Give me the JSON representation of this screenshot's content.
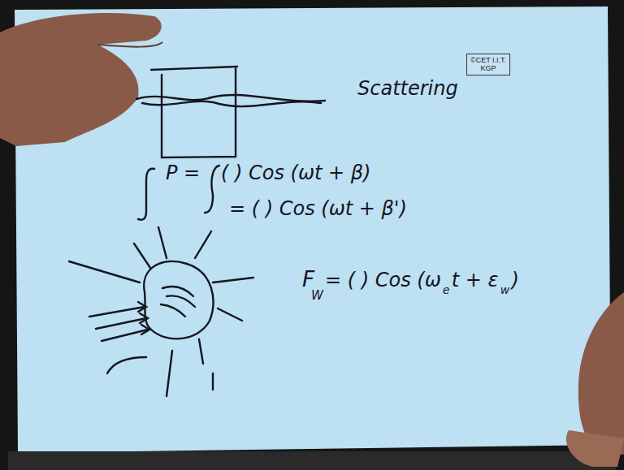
{
  "diagram": {
    "nodes": [
      {
        "text": [
          "©CET I.I.T. KGP"
        ]
      }
    ],
    "labels": [
      "Scattering",
      "P =",
      "( ) Cos (ωt + β)",
      "= ( ) Cos (ωt + β')",
      "F",
      "W",
      "= ( ) Cos (ω",
      "e",
      "t + ε",
      "w",
      ")"
    ]
  }
}
